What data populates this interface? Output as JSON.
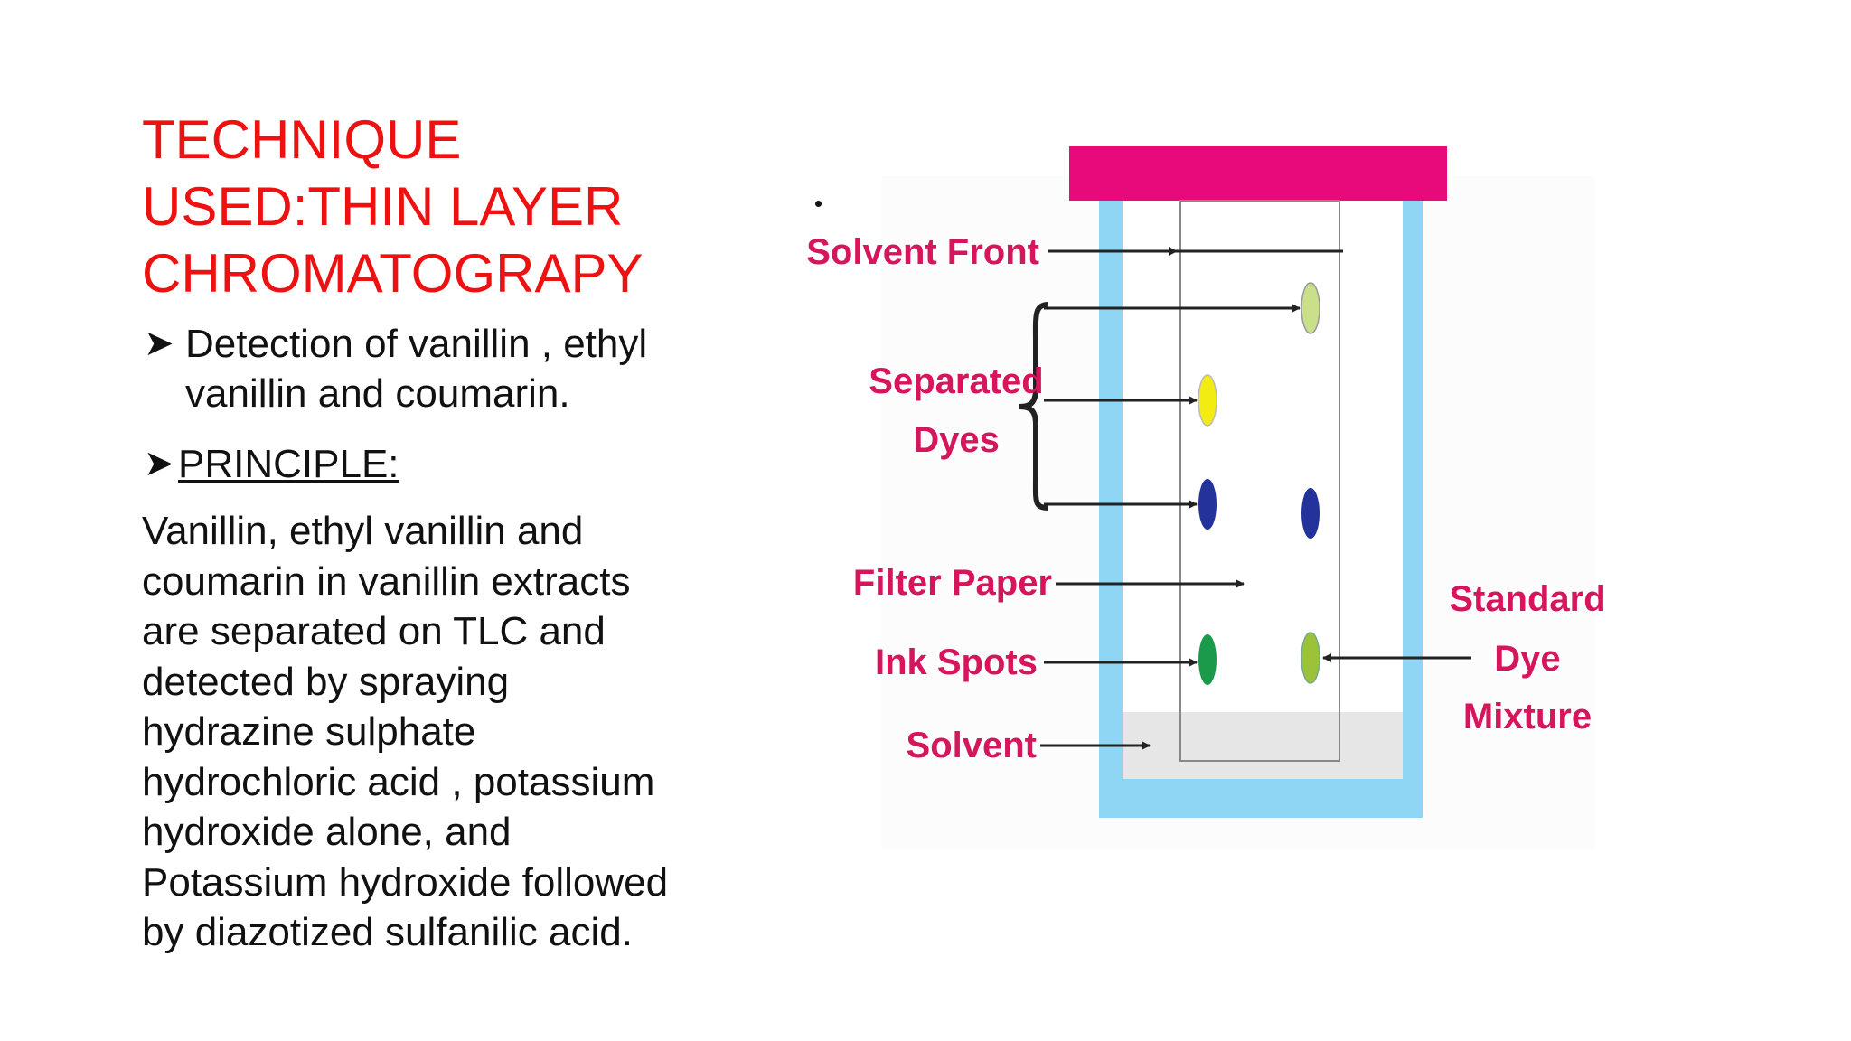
{
  "title": {
    "line1": "TECHNIQUE",
    "line2": "USED:THIN LAYER",
    "line3": "CHROMATOGRAPY"
  },
  "bullets": [
    {
      "line1": "Detection of vanillin , ethyl",
      "line2": "vanillin and coumarin."
    },
    {
      "text": "PRINCIPLE:"
    }
  ],
  "bullet_icon": "arrowhead-bullet-icon",
  "paragraph": "   Vanillin, ethyl vanillin and\ncoumarin in vanillin extracts\nare separated on TLC and\ndetected by spraying\nhydrazine sulphate\nhydrochloric acid , potassium\nhydroxide alone, and\nPotassium hydroxide followed\nby diazotized sulfanilic acid.",
  "diagram": {
    "labels": {
      "solvent_front": "Solvent Front",
      "separated": "Separated",
      "dyes": "Dyes",
      "filter_paper": "Filter Paper",
      "ink_spots": "Ink Spots",
      "solvent": "Solvent",
      "standard": "Standard",
      "dye": "Dye",
      "mixture": "Mixture"
    },
    "colors": {
      "lid": "#e8097a",
      "tank": "#8fd6f4",
      "label": "#d6155d",
      "spot_light_green": "#c9df8a",
      "spot_yellow": "#f2ec12",
      "spot_navy": "#24339b",
      "spot_green": "#1c9a4c",
      "spot_olive": "#9cc23a"
    }
  }
}
